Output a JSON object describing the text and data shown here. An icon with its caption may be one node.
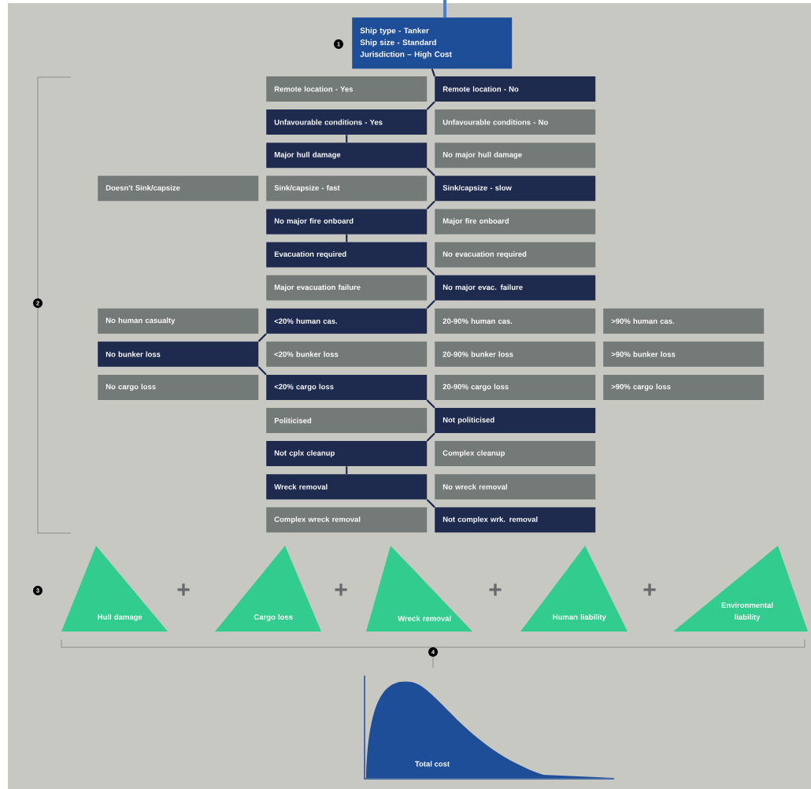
{
  "diagram": {
    "nodes": [
      {
        "text": [
          "Ship type - Tanker",
          "Ship size - Standard",
          "Jurisdiction – High Cost"
        ]
      },
      {
        "text": [
          "Remote location - Yes"
        ]
      },
      {
        "text": [
          "Remote location - No"
        ]
      },
      {
        "text": [
          "Unfavourable conditions - Yes"
        ]
      },
      {
        "text": [
          "Unfavourable conditions - No"
        ]
      },
      {
        "text": [
          "Major hull damage"
        ]
      },
      {
        "text": [
          "No major hull damage"
        ]
      },
      {
        "text": [
          "Doesn't Sink/capsize"
        ]
      },
      {
        "text": [
          "Sink/capsize - fast"
        ]
      },
      {
        "text": [
          "Sink/capsize - slow"
        ]
      },
      {
        "text": [
          "No major fire onboard"
        ]
      },
      {
        "text": [
          "Major fire onboard"
        ]
      },
      {
        "text": [
          "Evacuation required"
        ]
      },
      {
        "text": [
          "No evacuation required"
        ]
      },
      {
        "text": [
          "Major evacuation failure"
        ]
      },
      {
        "text": [
          "No major evac. failure"
        ]
      },
      {
        "text": [
          "No human casualty"
        ]
      },
      {
        "text": [
          "<20% human cas."
        ]
      },
      {
        "text": [
          "20-90% human cas."
        ]
      },
      {
        "text": [
          ">90% human cas."
        ]
      },
      {
        "text": [
          "No bunker loss"
        ]
      },
      {
        "text": [
          "<20% bunker loss"
        ]
      },
      {
        "text": [
          "20-90% bunker loss"
        ]
      },
      {
        "text": [
          ">90% bunker loss"
        ]
      },
      {
        "text": [
          "No cargo loss"
        ]
      },
      {
        "text": [
          "<20% cargo loss"
        ]
      },
      {
        "text": [
          "20-90% cargo loss"
        ]
      },
      {
        "text": [
          ">90% cargo loss"
        ]
      },
      {
        "text": [
          "Politicised"
        ]
      },
      {
        "text": [
          "Not politicised"
        ]
      },
      {
        "text": [
          "Not cplx cleanup"
        ]
      },
      {
        "text": [
          "Complex cleanup"
        ]
      },
      {
        "text": [
          "Wreck removal"
        ]
      },
      {
        "text": [
          "No wreck removal"
        ]
      },
      {
        "text": [
          "Complex wreck removal"
        ]
      },
      {
        "text": [
          "Not complex wrk. removal"
        ]
      },
      {
        "text": [
          "Hull damage"
        ]
      },
      {
        "text": [
          "Cargo loss"
        ]
      },
      {
        "text": [
          "Wreck removal"
        ]
      },
      {
        "text": [
          "Human liability"
        ]
      },
      {
        "text": [
          "Environmental liability"
        ]
      },
      {
        "text": [
          "Total cost"
        ]
      }
    ],
    "edges": [
      {
        "from": null,
        "to": 0,
        "arrow": "none",
        "style": "thick",
        "color": "#4a7fd0"
      },
      {
        "from": 0,
        "to": 2,
        "arrow": "none"
      },
      {
        "from": 2,
        "to": 3,
        "arrow": "none"
      },
      {
        "from": 3,
        "to": 5,
        "arrow": "none"
      },
      {
        "from": 5,
        "to": 9,
        "arrow": "none"
      },
      {
        "from": 9,
        "to": 10,
        "arrow": "none"
      },
      {
        "from": 10,
        "to": 12,
        "arrow": "none"
      },
      {
        "from": 12,
        "to": 15,
        "arrow": "none"
      },
      {
        "from": 15,
        "to": 17,
        "arrow": "none"
      },
      {
        "from": 17,
        "to": 20,
        "arrow": "none"
      },
      {
        "from": 20,
        "to": 25,
        "arrow": "none"
      },
      {
        "from": 25,
        "to": 29,
        "arrow": "none"
      },
      {
        "from": 29,
        "to": 30,
        "arrow": "none"
      },
      {
        "from": 30,
        "to": 32,
        "arrow": "none"
      },
      {
        "from": 32,
        "to": 35,
        "arrow": "none"
      }
    ],
    "labels": [
      "1",
      "2",
      "3",
      "+",
      "+",
      "+",
      "+",
      "4"
    ]
  }
}
